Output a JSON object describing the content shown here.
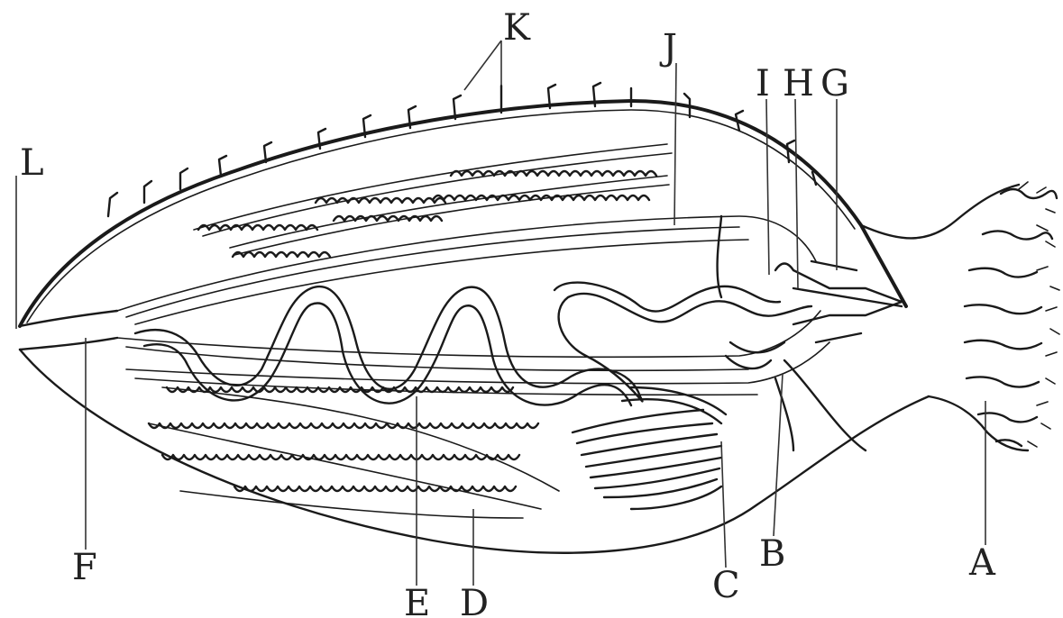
{
  "diagram": {
    "labels": {
      "A": "A",
      "B": "B",
      "C": "C",
      "D": "D",
      "E": "E",
      "F": "F",
      "G": "G",
      "H": "H",
      "I": "I",
      "J": "J",
      "K": "K",
      "L": "L"
    },
    "colors": {
      "ink": "#1a1a1a",
      "background": "#ffffff"
    }
  }
}
